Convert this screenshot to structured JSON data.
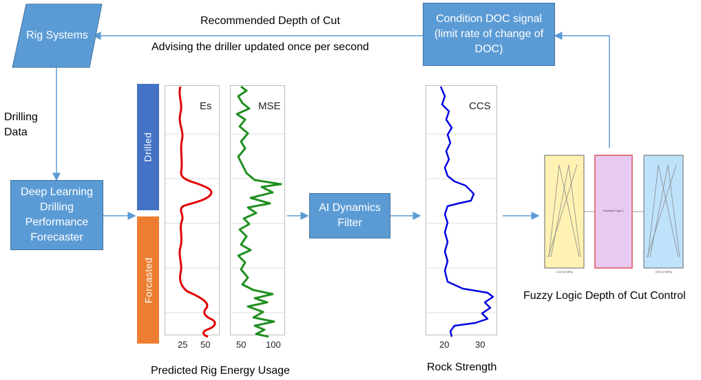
{
  "nodes": {
    "rig_systems": "Rig Systems",
    "condition_doc": "Condition DOC signal (limit rate of change of DOC)",
    "deep_learning": "Deep Learning Drilling Performance Forecaster",
    "ai_filter": "AI Dynamics Filter"
  },
  "labels": {
    "recommended_doc": "Recommended Depth of Cut",
    "advising": "Advising the driller updated once per second",
    "drilling_data": "Drilling Data",
    "drilled": "Drilled",
    "forecasted": "Forcasted",
    "predicted_energy": "Predicted Rig Energy Usage",
    "rock_strength": "Rock Strength",
    "fuzzy_logic": "Fuzzy Logic Depth of Cut Control"
  },
  "tracks": {
    "es": {
      "title": "Es",
      "ticks": [
        "25",
        "50"
      ],
      "color": "#e00000"
    },
    "mse": {
      "title": "MSE",
      "ticks": [
        "50",
        "100"
      ],
      "color": "#1f8f1f"
    },
    "ccs": {
      "title": "CCS",
      "ticks": [
        "20",
        "30"
      ],
      "color": "#0000e0"
    }
  },
  "fuzzy": {
    "input_label": "CCS (0 MPa)",
    "rule_label": "Mamdani Type-1",
    "output_label": "DOC (0 MPa)"
  },
  "colors": {
    "box": "#5b9bd5",
    "drilled_bar": "#4472c4",
    "forecast_bar": "#ed7d31",
    "arrow": "#5b9bd5"
  }
}
